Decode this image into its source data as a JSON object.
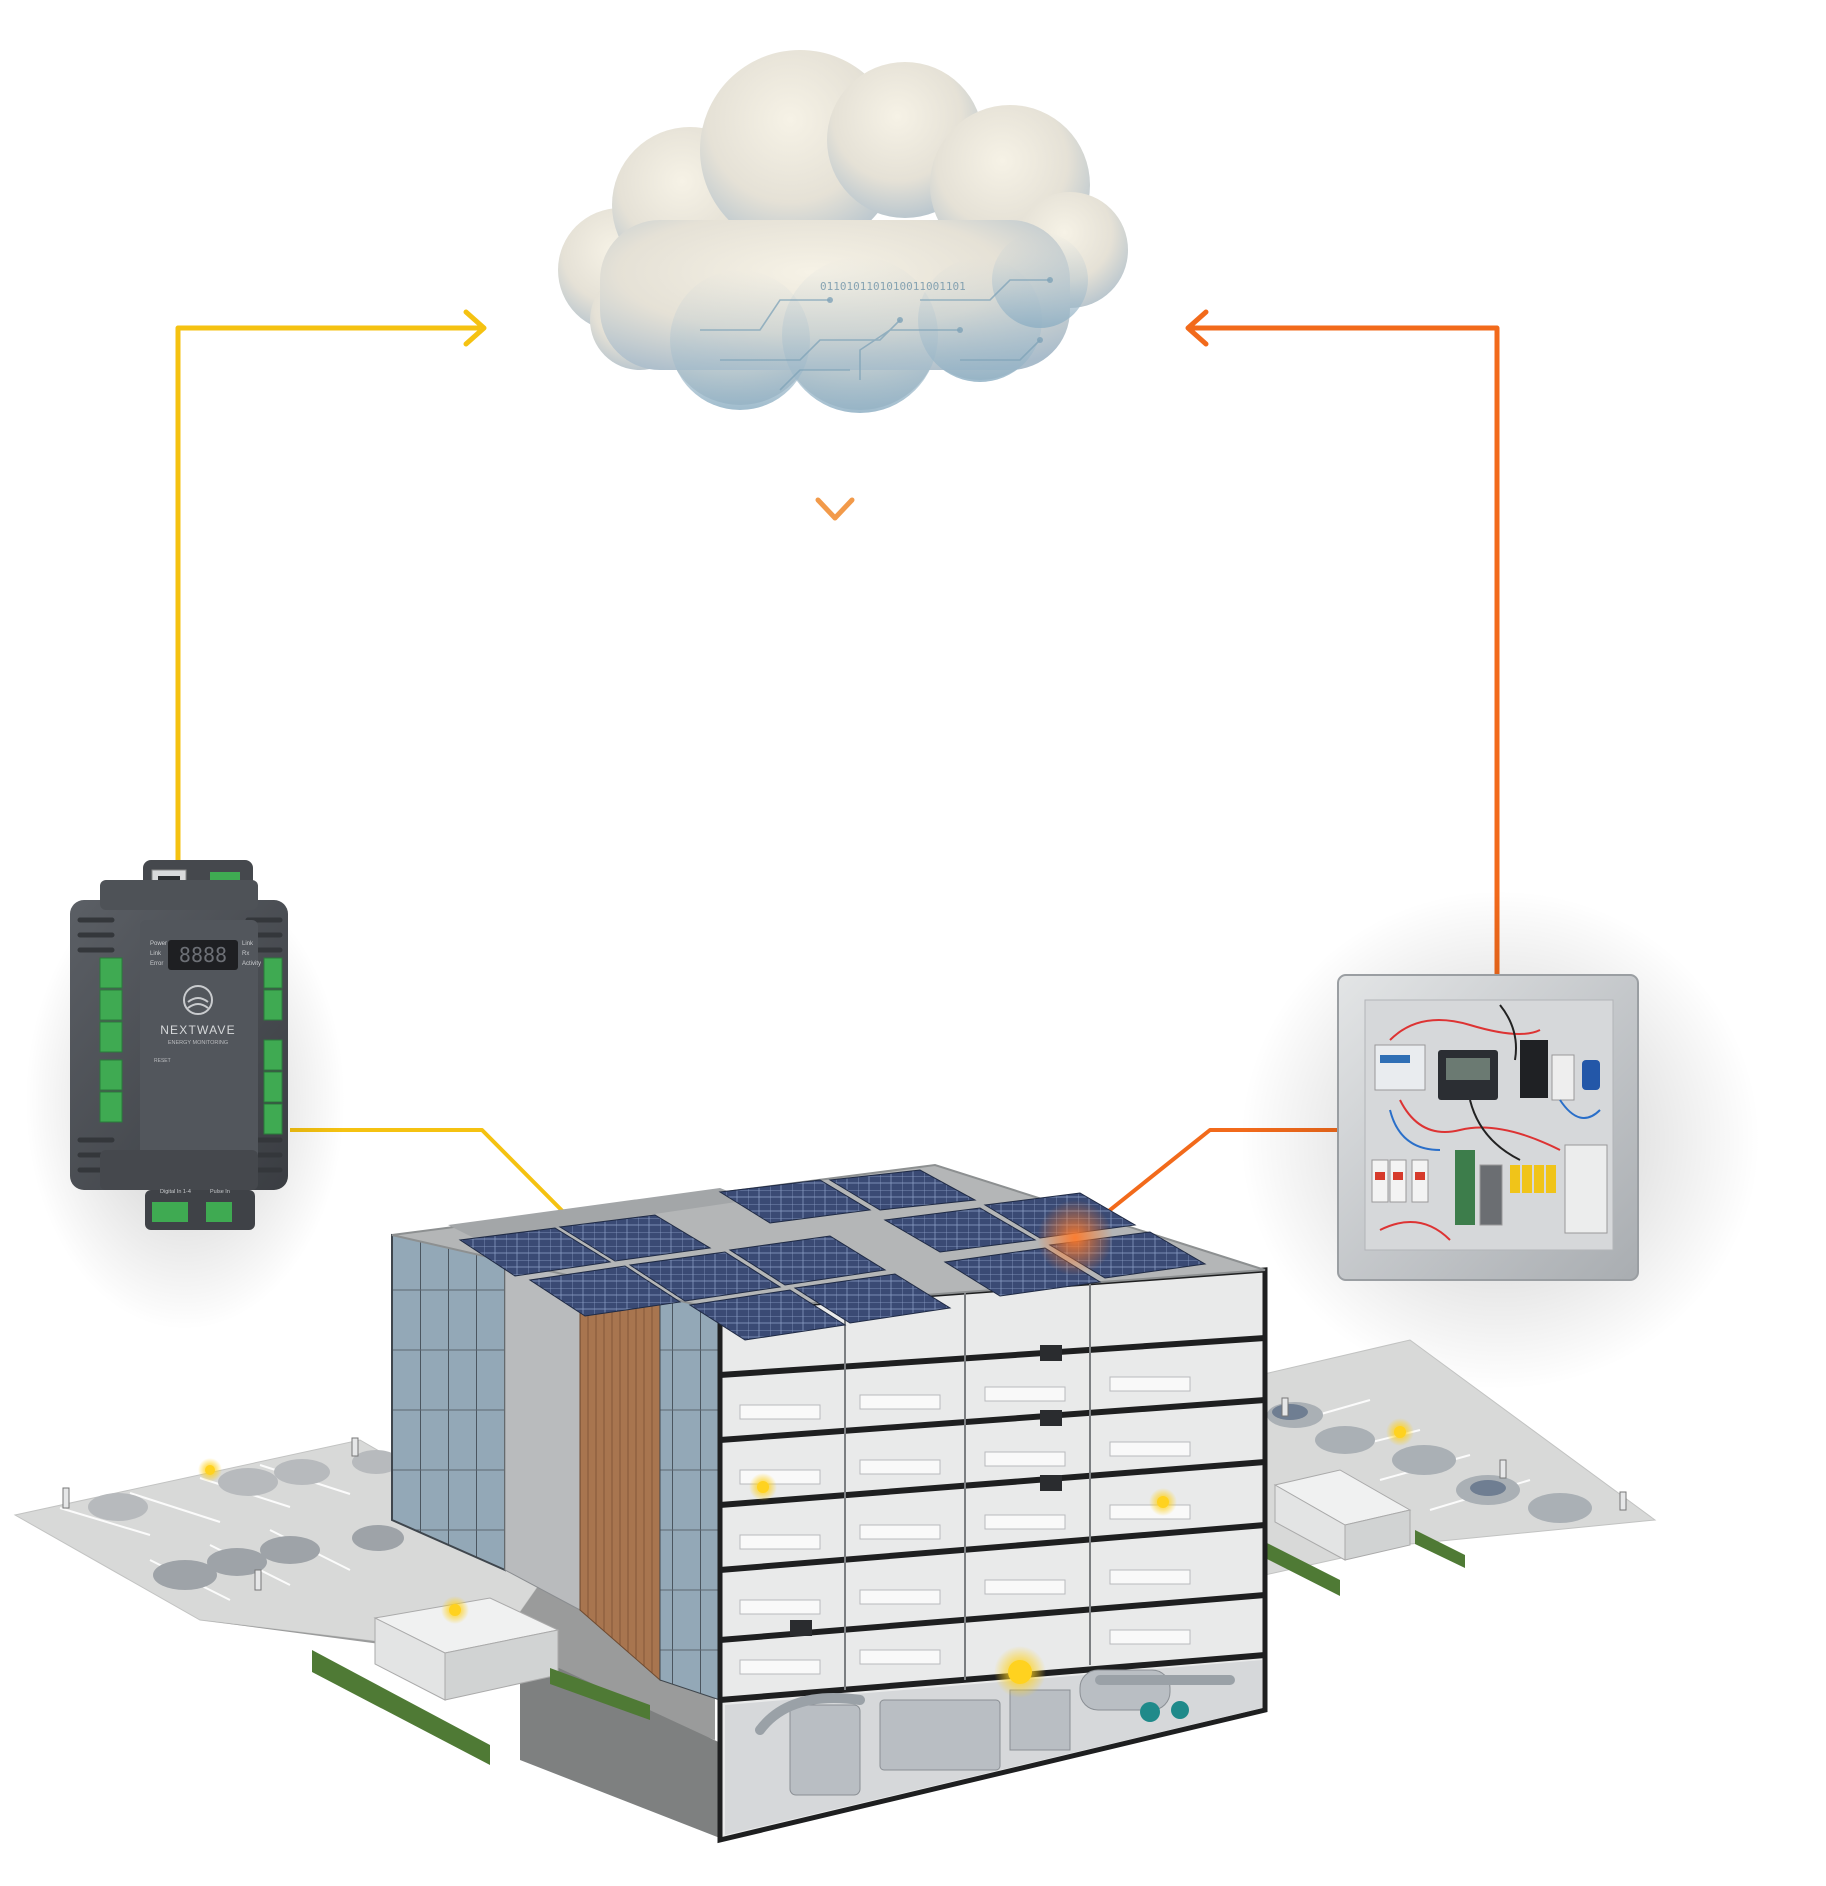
{
  "colors": {
    "yellow_line": "#f5c211",
    "orange_line": "#f26a1b",
    "cloud_light": "#f3efe2",
    "cloud_blue": "#9fb6c6",
    "device_body": "#4a4d52",
    "terminal_green": "#3faa52",
    "panel_steel": "#c9cccf",
    "solar_blue": "#35466f",
    "glass": "#8fa7b8",
    "ground": "#d8d9d8"
  },
  "cloud": {
    "binary_text": "0110101101010011001101"
  },
  "device": {
    "brand": "NEXTWAVE",
    "subtitle": "ENERGY MONITORING",
    "display": "8888",
    "left_status_labels": [
      "Power",
      "Link",
      "Error"
    ],
    "right_status_labels": [
      "Link",
      "Rx",
      "Activity"
    ],
    "bottom_left_label": "Digital In 1-4",
    "bottom_right_label": "Pulse In",
    "reset_label": "RESET"
  },
  "icons": {
    "cloud": "cloud-icon",
    "monitor": "energy-monitor-device",
    "panel": "electrical-panel",
    "building": "commercial-building"
  }
}
